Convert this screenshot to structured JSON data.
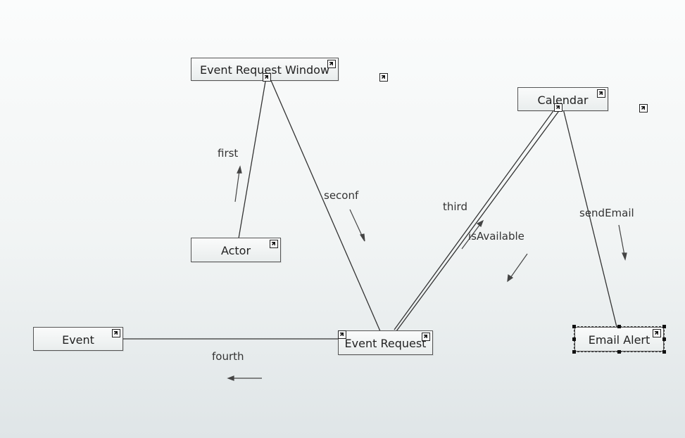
{
  "nodes": {
    "event_request_window": "Event Request Window",
    "calendar": "Calendar",
    "actor": "Actor",
    "event": "Event",
    "event_request": "Event Request",
    "email_alert": "Email Alert"
  },
  "links": {
    "first": "first",
    "seconf": "seconf",
    "third": "third",
    "is_available": "isAvailable",
    "send_email": "sendEmail",
    "fourth": "fourth"
  },
  "selected_node": "Email Alert",
  "colors": {
    "line": "#333333",
    "node_border": "#555555"
  },
  "icons": [
    "shortcut-icon"
  ]
}
